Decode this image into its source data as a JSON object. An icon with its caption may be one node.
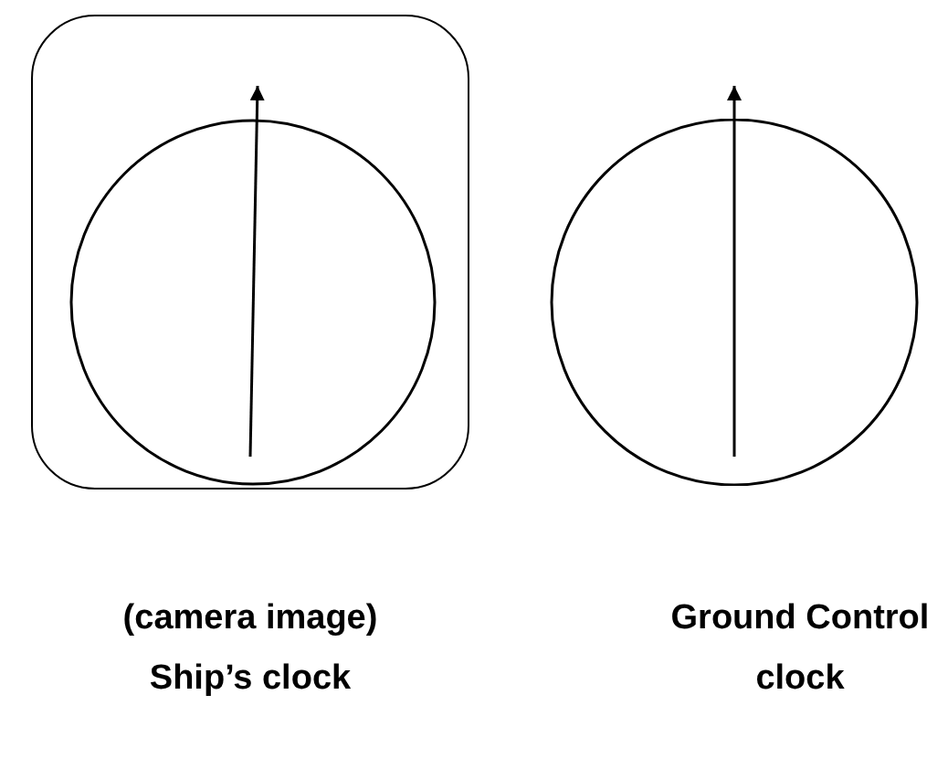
{
  "diagram": {
    "nodes": [
      {
        "text": [],
        "shape": "box",
        "beside": [
          "(camera image) Ship’s clock"
        ]
      },
      {
        "text": [],
        "shape": "circle",
        "in": 0
      },
      {
        "text": [],
        "shape": "circle",
        "beside": [
          "Ground Control clock"
        ]
      }
    ]
  }
}
